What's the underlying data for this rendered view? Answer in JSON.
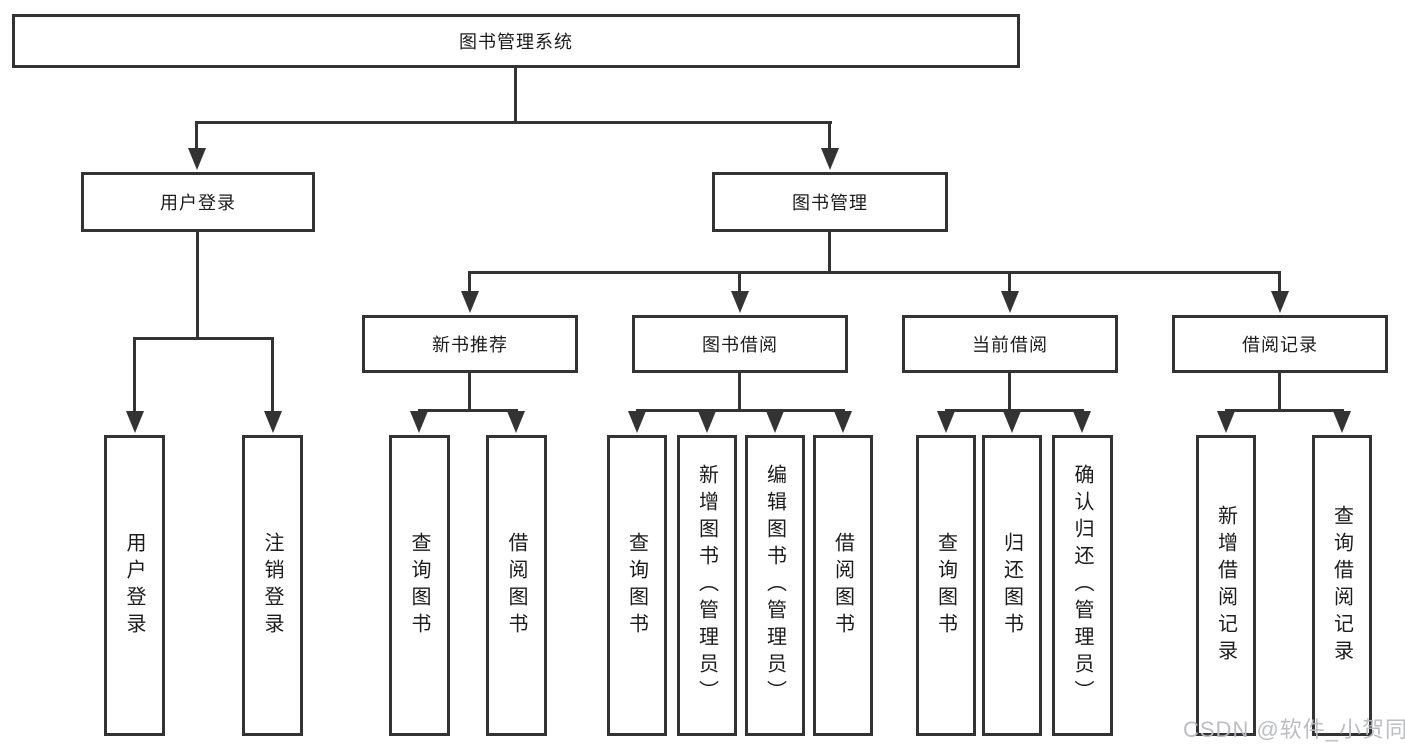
{
  "diagram": {
    "root": "图书管理系统",
    "user_login": {
      "label": "用户登录",
      "leaves": [
        "用户登录",
        "注销登录"
      ]
    },
    "book_mgmt": {
      "label": "图书管理",
      "groups": [
        {
          "label": "新书推荐",
          "leaves": [
            "查询图书",
            "借阅图书"
          ]
        },
        {
          "label": "图书借阅",
          "leaves": [
            "查询图书",
            "新增图书（管理员）",
            "编辑图书（管理员）",
            "借阅图书"
          ]
        },
        {
          "label": "当前借阅",
          "leaves": [
            "查询图书",
            "归还图书",
            "确认归还（管理员）"
          ]
        },
        {
          "label": "借阅记录",
          "leaves": [
            "新增借阅记录",
            "查询借阅记录"
          ]
        }
      ]
    }
  },
  "watermark": "CSDN @软件_小贺同学",
  "colors": {
    "line": "#333333",
    "text": "#1c1c1c",
    "watermark": "#b9bac2",
    "background": "#ffffff"
  }
}
